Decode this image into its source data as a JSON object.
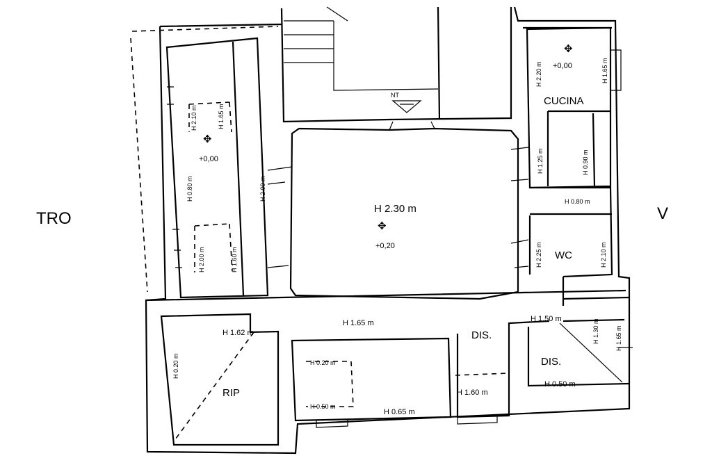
{
  "side_labels": {
    "left": "TRO",
    "right": "V"
  },
  "left_room": {
    "h_top_a": "H 2.10 m",
    "h_top_b": "H 1.65 m",
    "level": "+0,00",
    "h_mid": "H 0.80 m",
    "h_right": "H 2.00 m",
    "h_low_a": "H 2.00 m",
    "h_low_b": "H 1.60 m"
  },
  "main_room": {
    "height": "H 2.30 m",
    "level": "+0,20",
    "nt": "NT"
  },
  "kitchen": {
    "name": "CUCINA",
    "level": "+0,00",
    "h_left": "H 2.20 m",
    "h_right": "H 1.65 m",
    "h_low_left": "H 1.25 m",
    "h_low_right": "H 0.90 m"
  },
  "wc": {
    "name": "WC",
    "h_top": "H 0.80 m",
    "h_left": "H 2.25 m",
    "h_right": "H 2.10 m"
  },
  "lower": {
    "rip_name": "RIP",
    "rip_h": "H 0.20 m",
    "h_162": "H 1.62 m",
    "h_165": "H 1.65 m",
    "dis1": "DIS.",
    "dis2": "DIS.",
    "h_150": "H 1.50 m",
    "h_050": "H 0.50 m",
    "box_top": "H 0.20 m",
    "box_bot": "H 0.50 m",
    "h_065": "H 0.65 m",
    "h_160": "H 1.60 m",
    "h_130": "H 1.30 m",
    "h_165b": "H 1.65 m"
  }
}
